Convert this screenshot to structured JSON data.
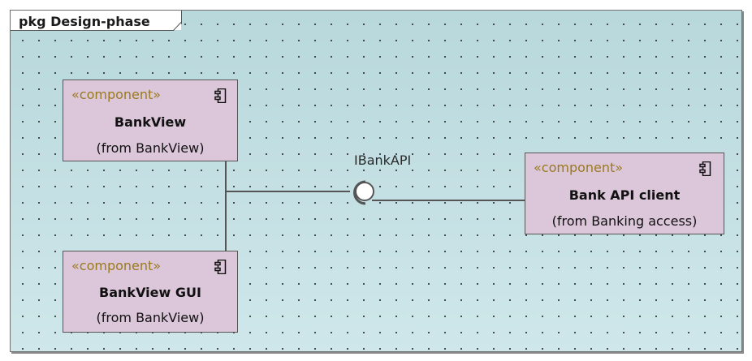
{
  "package": {
    "label": "pkg Design-phase"
  },
  "components": {
    "bankview": {
      "stereotype": "«component»",
      "name": "BankView",
      "origin": "(from BankView)",
      "icon": "component-icon"
    },
    "bankview_gui": {
      "stereotype": "«component»",
      "name": "BankView GUI",
      "origin": "(from BankView)",
      "icon": "component-icon"
    },
    "bank_api_client": {
      "stereotype": "«component»",
      "name": "Bank API client",
      "origin": "(from Banking access)",
      "icon": "component-icon"
    }
  },
  "interface": {
    "name": "IBankAPI",
    "notation": "ball-and-socket"
  },
  "colors": {
    "background": "#c4dfe2",
    "component_fill": "#dcc6da",
    "stereotype_text": "#9a7a1f",
    "line": "#555555"
  }
}
